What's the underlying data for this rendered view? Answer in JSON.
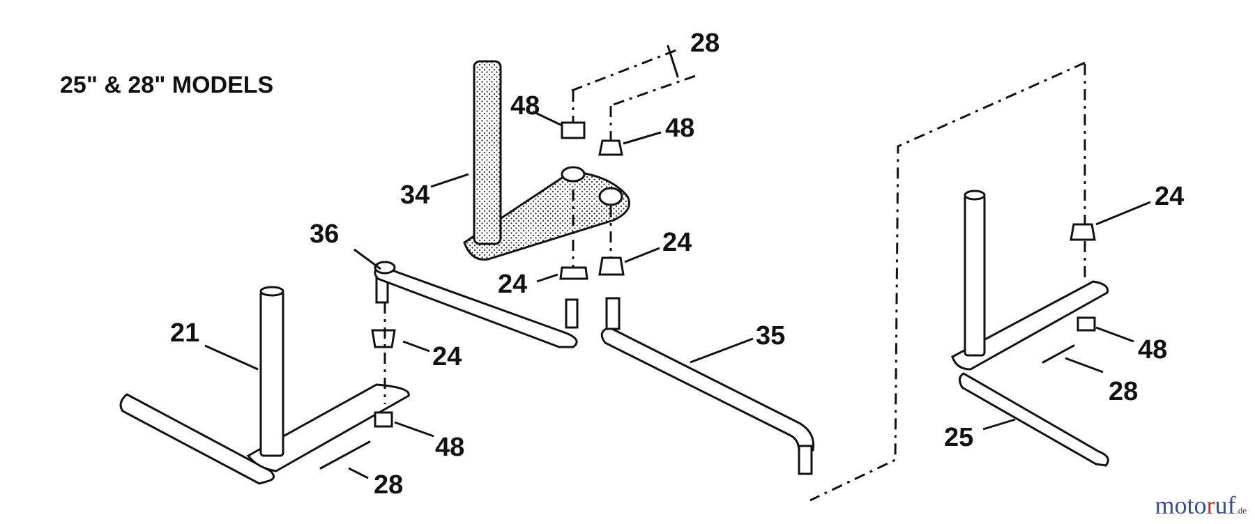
{
  "title": "25\" & 28\" MODELS",
  "callouts": {
    "c21": "21",
    "c24_lower_left": "24",
    "c48_lower_left": "48",
    "c28_lower_left": "28",
    "c36": "36",
    "c34": "34",
    "c48_top_left": "48",
    "c28_top": "28",
    "c48_top_right": "48",
    "c24_mid_right": "24",
    "c24_mid_left": "24",
    "c35": "35",
    "c24_far_right": "24",
    "c48_far_right": "48",
    "c28_far_right": "28",
    "c25": "25"
  },
  "watermark": {
    "part1": "moto",
    "part2": "r",
    "part3": "uf",
    "suffix": ".de"
  }
}
